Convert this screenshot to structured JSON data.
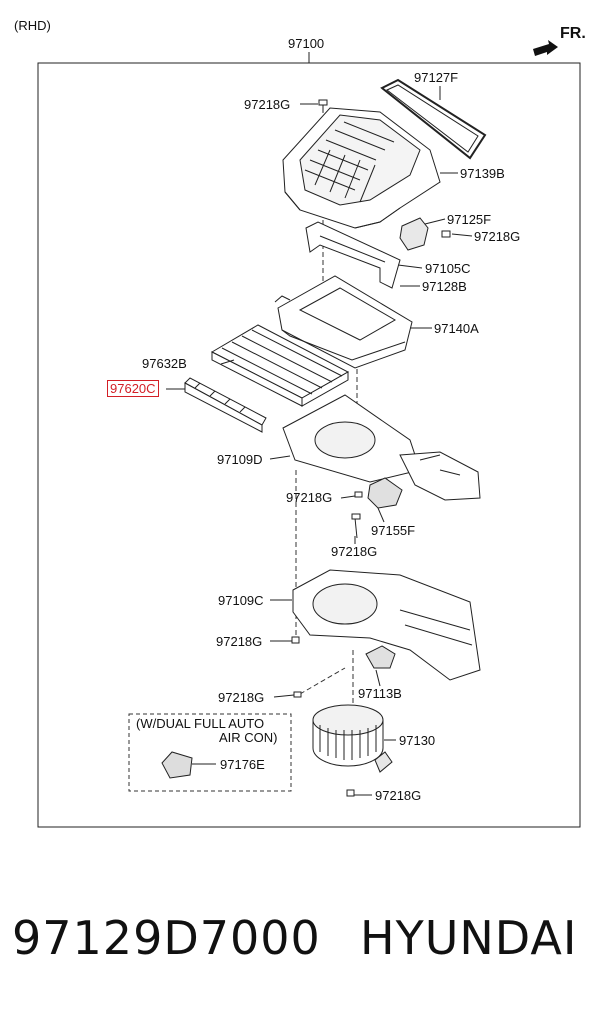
{
  "header": {
    "variant": "(RHD)",
    "direction": "FR."
  },
  "assembly": {
    "number": "97100"
  },
  "callouts": {
    "c97127F": "97127F",
    "c97218G_top": "97218G",
    "c97139B": "97139B",
    "c97125F": "97125F",
    "c97218G_r1": "97218G",
    "c97105C": "97105C",
    "c97128B": "97128B",
    "c97140A": "97140A",
    "c97632B": "97632B",
    "c97620C": "97620C",
    "c97109D": "97109D",
    "c97218G_mid": "97218G",
    "c97155F": "97155F",
    "c97218G_mid2": "97218G",
    "c97109C": "97109C",
    "c97218G_low1": "97218G",
    "c97113B": "97113B",
    "c97218G_low2": "97218G",
    "c97130": "97130",
    "c97176E": "97176E",
    "c97218G_bottom": "97218G"
  },
  "option_box": {
    "line1": "(W/DUAL FULL AUTO",
    "line2": "AIR CON)"
  },
  "highlight_color": "#d31f26",
  "footer": {
    "part_number": "97129D7000",
    "brand": "HYUNDAI"
  }
}
